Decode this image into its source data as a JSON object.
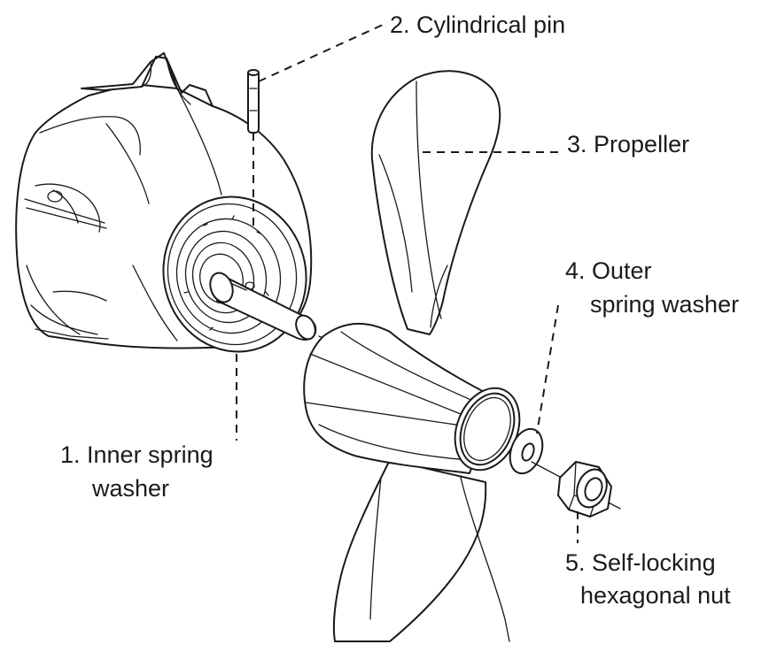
{
  "labels": {
    "cylindrical_pin": "2. Cylindrical pin",
    "propeller": "3. Propeller",
    "outer_washer_line1": "4. Outer",
    "outer_washer_line2": "spring washer",
    "inner_washer_line1": "1. Inner spring",
    "inner_washer_line2": "washer",
    "nut_line1": "5. Self-locking",
    "nut_line2": "hexagonal nut"
  },
  "colors": {
    "line": "#1a1a1a",
    "background": "#ffffff"
  }
}
